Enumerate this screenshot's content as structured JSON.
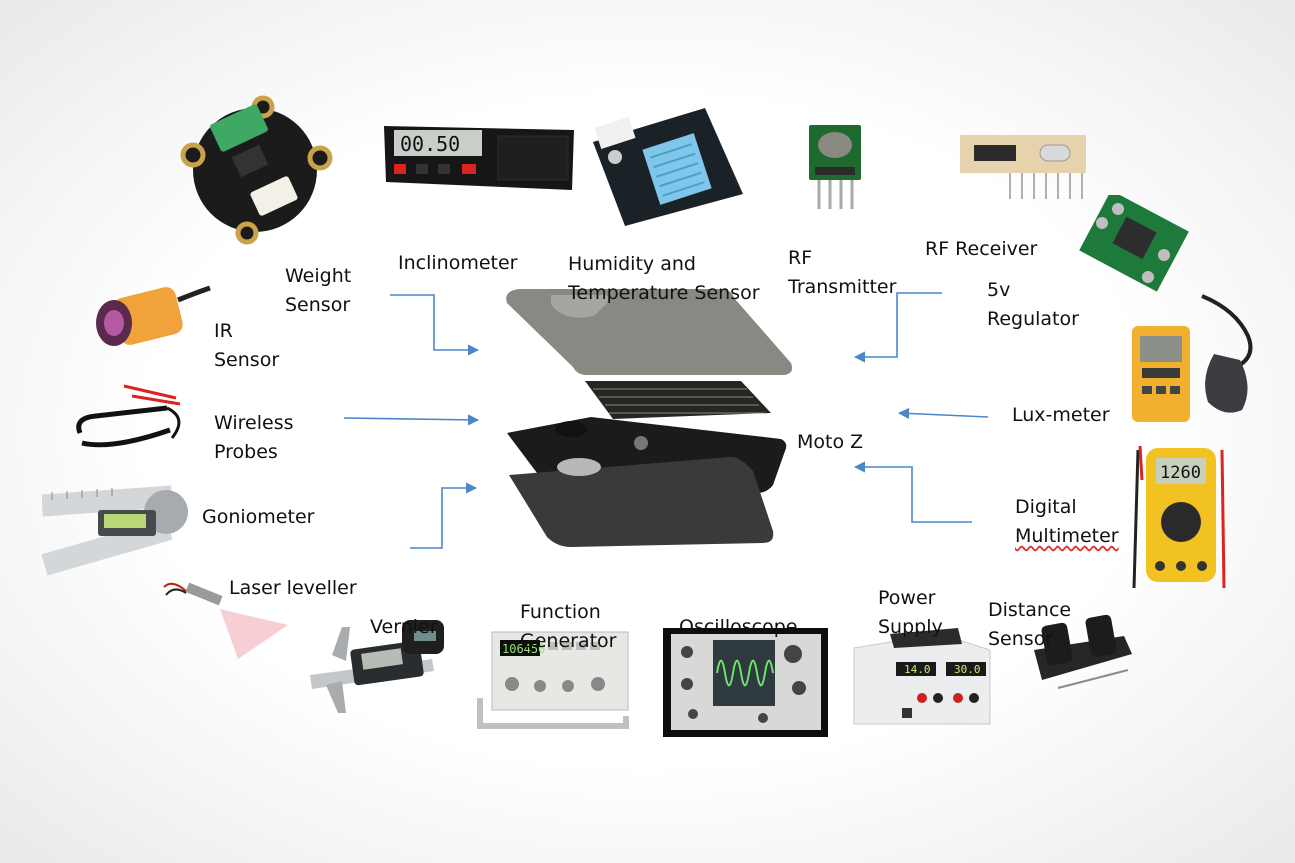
{
  "center": {
    "label": "Moto Z"
  },
  "components": [
    {
      "key": "weight",
      "lines": [
        "Weight",
        "Sensor"
      ]
    },
    {
      "key": "inclinometer",
      "lines": [
        "Inclinometer"
      ]
    },
    {
      "key": "humidity",
      "lines": [
        "Humidity and",
        "Temperature Sensor"
      ]
    },
    {
      "key": "rf-transmitter",
      "lines": [
        "RF",
        "Transmitter"
      ]
    },
    {
      "key": "rf-receiver",
      "lines": [
        "RF Receiver"
      ]
    },
    {
      "key": "regulator",
      "lines": [
        "5v",
        "Regulator"
      ]
    },
    {
      "key": "ir",
      "lines": [
        "IR",
        "Sensor"
      ]
    },
    {
      "key": "probes",
      "lines": [
        "Wireless",
        "Probes"
      ]
    },
    {
      "key": "goniometer",
      "lines": [
        "Goniometer"
      ]
    },
    {
      "key": "laser",
      "lines": [
        "Laser leveller"
      ]
    },
    {
      "key": "vernier",
      "lines": [
        "Vernier"
      ]
    },
    {
      "key": "function-generator",
      "lines": [
        "Function",
        "Generator"
      ]
    },
    {
      "key": "oscilloscope",
      "lines": [
        "Oscilloscope"
      ]
    },
    {
      "key": "power-supply",
      "lines": [
        "Power",
        "Supply"
      ]
    },
    {
      "key": "distance",
      "lines": [
        "Distance",
        "Sensor"
      ]
    },
    {
      "key": "lux",
      "lines": [
        "Lux-meter"
      ]
    },
    {
      "key": "multimeter",
      "lines": [
        "Digital",
        "Multimeter"
      ]
    }
  ],
  "readouts": {
    "inclinometer": "00.50",
    "multimeter": "1260",
    "function_generator": "106450",
    "power_supply_left": "14.0",
    "power_supply_right": "30.0"
  },
  "colors": {
    "arrow": "#4a86c8",
    "text": "#111111"
  }
}
